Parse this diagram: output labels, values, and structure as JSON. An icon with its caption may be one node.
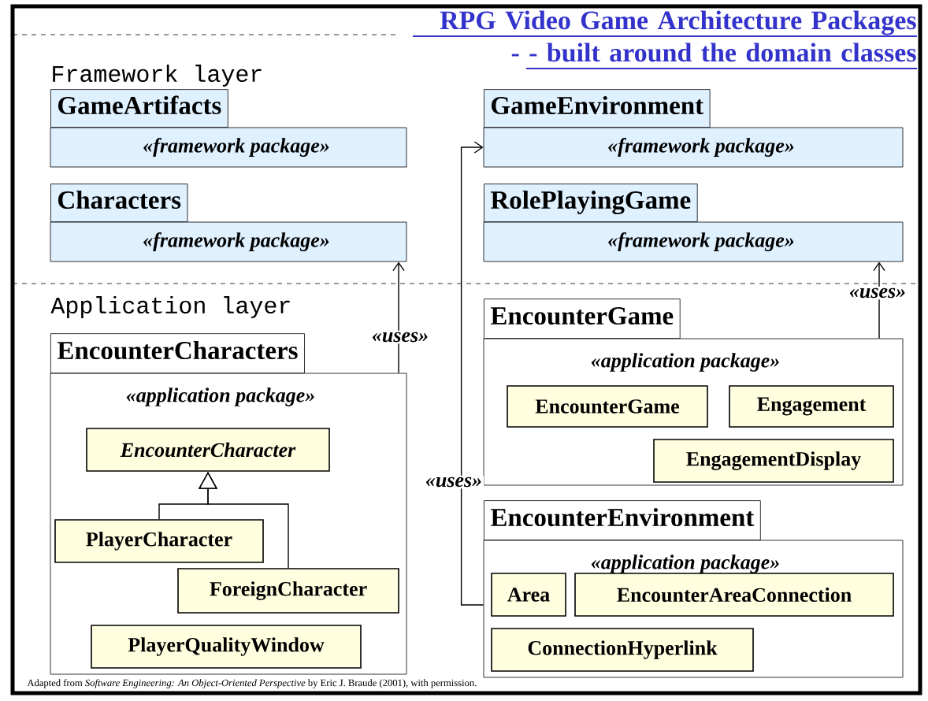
{
  "diagram": {
    "title": "RPG Video Game Architecture Packages - - built around the domain classes",
    "caption": "Adapted from *Software Engineering: An Object-Oriented Perspective* by Eric J. Braude (2001), with permission.",
    "nodes": [
      {
        "text": [
          "GameArtifacts",
          "«framework package»"
        ]
      },
      {
        "text": [
          "Characters",
          "«framework package»"
        ]
      },
      {
        "text": [
          "GameEnvironment",
          "«framework package»"
        ]
      },
      {
        "text": [
          "RolePlayingGame",
          "«framework package»"
        ]
      },
      {
        "text": [
          "EncounterCharacters",
          "«application package»"
        ]
      },
      {
        "text": [
          "EncounterCharacter"
        ],
        "in": 4
      },
      {
        "text": [
          "PlayerCharacter"
        ],
        "in": 4
      },
      {
        "text": [
          "ForeignCharacter"
        ],
        "in": 4
      },
      {
        "text": [
          "PlayerQualityWindow"
        ],
        "in": 4
      },
      {
        "text": [
          "EncounterGame",
          "«application package»"
        ]
      },
      {
        "text": [
          "EncounterGame"
        ],
        "in": 9
      },
      {
        "text": [
          "Engagement"
        ],
        "in": 9
      },
      {
        "text": [
          "EngagementDisplay"
        ],
        "in": 9
      },
      {
        "text": [
          "EncounterEnvironment",
          "«application package»"
        ]
      },
      {
        "text": [
          "Area"
        ],
        "in": 13
      },
      {
        "text": [
          "EncounterAreaConnection"
        ],
        "in": 13
      },
      {
        "text": [
          "ConnectionHyperlink"
        ],
        "in": 13
      }
    ],
    "edges": [
      {
        "from": 6,
        "to": 5,
        "arrow": "to"
      },
      {
        "from": 7,
        "to": 5,
        "arrow": "to"
      },
      {
        "from": 4,
        "to": 1,
        "arrow": "to",
        "label": "«uses»"
      },
      {
        "from": 9,
        "to": 3,
        "arrow": "to",
        "label": "«uses»"
      },
      {
        "from": 13,
        "to": 2,
        "arrow": "to",
        "label": "«uses»"
      }
    ],
    "labels": [
      "Framework layer",
      "Application layer"
    ]
  }
}
